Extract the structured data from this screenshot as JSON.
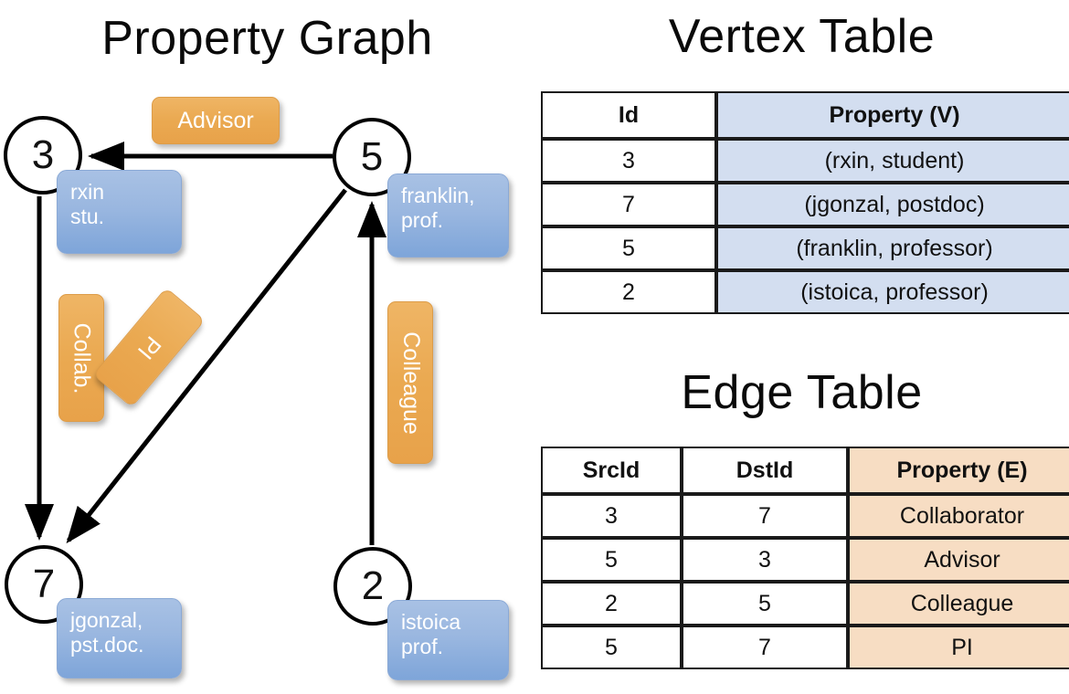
{
  "titles": {
    "property_graph": "Property Graph",
    "vertex_table": "Vertex Table",
    "edge_table": "Edge Table"
  },
  "graph": {
    "nodes": [
      {
        "id": "3",
        "label": "3",
        "property": "rxin\nstu."
      },
      {
        "id": "5",
        "label": "5",
        "property": "franklin,\nprof."
      },
      {
        "id": "7",
        "label": "7",
        "property": "jgonzal,\npst.doc."
      },
      {
        "id": "2",
        "label": "2",
        "property": "istoica\nprof."
      }
    ],
    "node_properties": {
      "rxin_line1": "rxin",
      "rxin_line2": "stu.",
      "franklin_line1": "franklin,",
      "franklin_line2": "prof.",
      "jgonzal_line1": "jgonzal,",
      "jgonzal_line2": "pst.doc.",
      "istoica_line1": "istoica",
      "istoica_line2": "prof."
    },
    "edge_labels": {
      "advisor": "Advisor",
      "collab": "Collab.",
      "pi": "PI",
      "colleague": "Colleague"
    },
    "edges": [
      {
        "src": "5",
        "dst": "3",
        "label": "Advisor"
      },
      {
        "src": "3",
        "dst": "7",
        "label": "Collab."
      },
      {
        "src": "5",
        "dst": "7",
        "label": "PI"
      },
      {
        "src": "2",
        "dst": "5",
        "label": "Colleague"
      }
    ]
  },
  "vertex_table": {
    "headers": [
      "Id",
      "Property (V)"
    ],
    "rows": [
      {
        "id": "3",
        "property": "(rxin, student)"
      },
      {
        "id": "7",
        "property": "(jgonzal, postdoc)"
      },
      {
        "id": "5",
        "property": "(franklin, professor)"
      },
      {
        "id": "2",
        "property": "(istoica, professor)"
      }
    ]
  },
  "edge_table": {
    "headers": [
      "SrcId",
      "DstId",
      "Property (E)"
    ],
    "rows": [
      {
        "src": "3",
        "dst": "7",
        "property": "Collaborator"
      },
      {
        "src": "5",
        "dst": "3",
        "property": "Advisor"
      },
      {
        "src": "2",
        "dst": "5",
        "property": "Colleague"
      },
      {
        "src": "5",
        "dst": "7",
        "property": "PI"
      }
    ]
  },
  "colors": {
    "vertex_property_fill": "#d3def0",
    "edge_property_fill": "#f7ddc3",
    "node_property_box": "#9ab7e0",
    "edge_label_box": "#eaa951",
    "stroke": "#000000",
    "background": "#ffffff"
  }
}
